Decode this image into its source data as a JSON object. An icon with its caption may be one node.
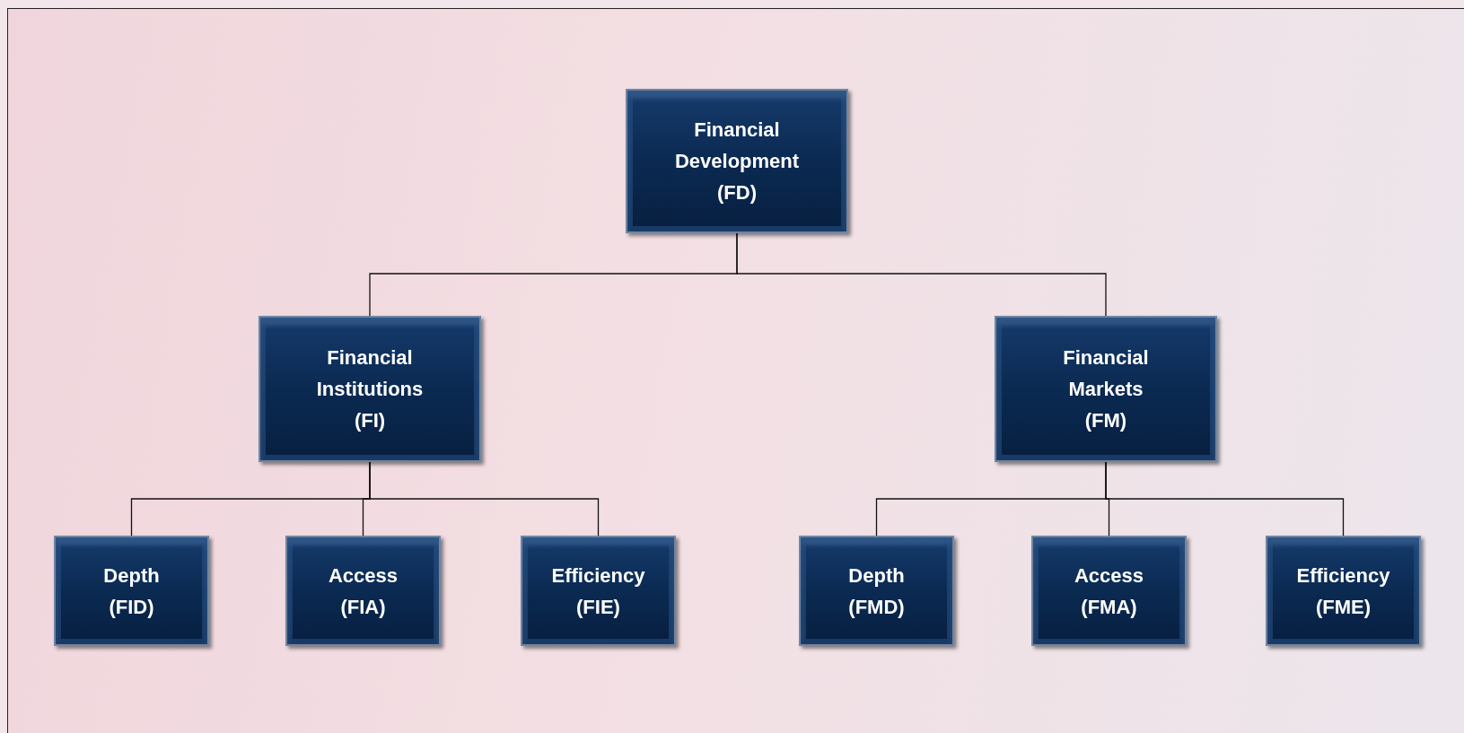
{
  "diagram": {
    "nodes": [
      {
        "text": [
          "Financial Development (FD)"
        ]
      },
      {
        "text": [
          "Financial Institutions (FI)"
        ]
      },
      {
        "text": [
          "Financial Markets (FM)"
        ]
      },
      {
        "text": [
          "Depth (FID)"
        ]
      },
      {
        "text": [
          "Access (FIA)"
        ]
      },
      {
        "text": [
          "Efficiency (FIE)"
        ]
      },
      {
        "text": [
          "Depth (FMD)"
        ]
      },
      {
        "text": [
          "Access (FMA)"
        ]
      },
      {
        "text": [
          "Efficiency (FME)"
        ]
      }
    ],
    "edges": [
      {
        "from": 0,
        "to": 1,
        "arrow": "none"
      },
      {
        "from": 0,
        "to": 2,
        "arrow": "none"
      },
      {
        "from": 1,
        "to": 3,
        "arrow": "none"
      },
      {
        "from": 1,
        "to": 4,
        "arrow": "none"
      },
      {
        "from": 1,
        "to": 5,
        "arrow": "none"
      },
      {
        "from": 2,
        "to": 6,
        "arrow": "none"
      },
      {
        "from": 2,
        "to": 7,
        "arrow": "none"
      },
      {
        "from": 2,
        "to": 8,
        "arrow": "none"
      }
    ]
  }
}
